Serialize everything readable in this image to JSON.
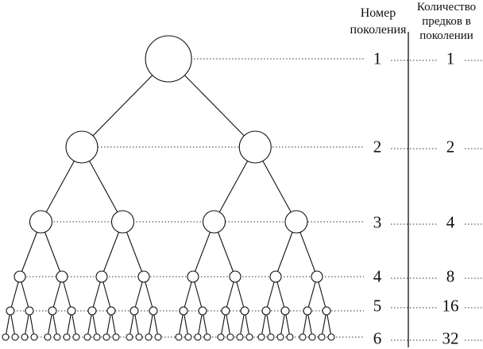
{
  "header": {
    "generation_label": [
      "Номер",
      "поколения"
    ],
    "ancestors_label": [
      "Количество",
      "предков в",
      "поколении"
    ]
  },
  "levels": [
    {
      "generation": "1",
      "ancestors": "1"
    },
    {
      "generation": "2",
      "ancestors": "2"
    },
    {
      "generation": "3",
      "ancestors": "4"
    },
    {
      "generation": "4",
      "ancestors": "8"
    },
    {
      "generation": "5",
      "ancestors": "16"
    },
    {
      "generation": "6",
      "ancestors": "32"
    }
  ]
}
